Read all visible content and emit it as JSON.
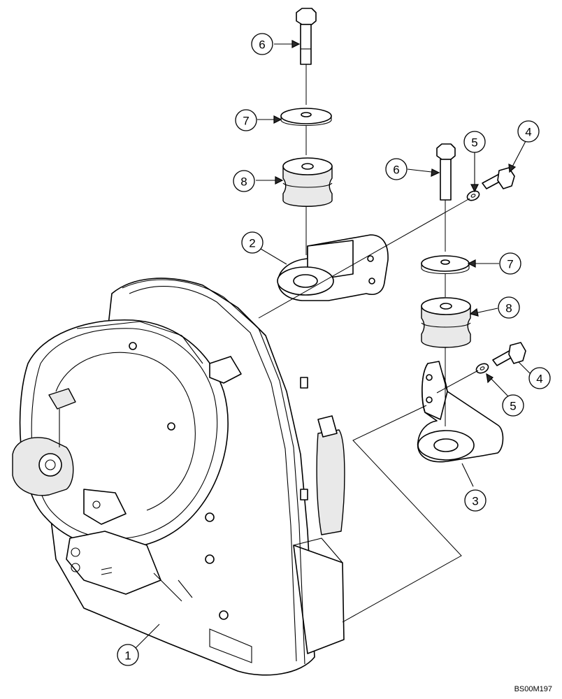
{
  "figure_code": "BS00M197",
  "callouts": [
    {
      "id": "c1",
      "label": "1"
    },
    {
      "id": "c2",
      "label": "2"
    },
    {
      "id": "c3",
      "label": "3"
    },
    {
      "id": "c4a",
      "label": "4"
    },
    {
      "id": "c4b",
      "label": "4"
    },
    {
      "id": "c5a",
      "label": "5"
    },
    {
      "id": "c5b",
      "label": "5"
    },
    {
      "id": "c6a",
      "label": "6"
    },
    {
      "id": "c6b",
      "label": "6"
    },
    {
      "id": "c7a",
      "label": "7"
    },
    {
      "id": "c7b",
      "label": "7"
    },
    {
      "id": "c8a",
      "label": "8"
    },
    {
      "id": "c8b",
      "label": "8"
    }
  ]
}
